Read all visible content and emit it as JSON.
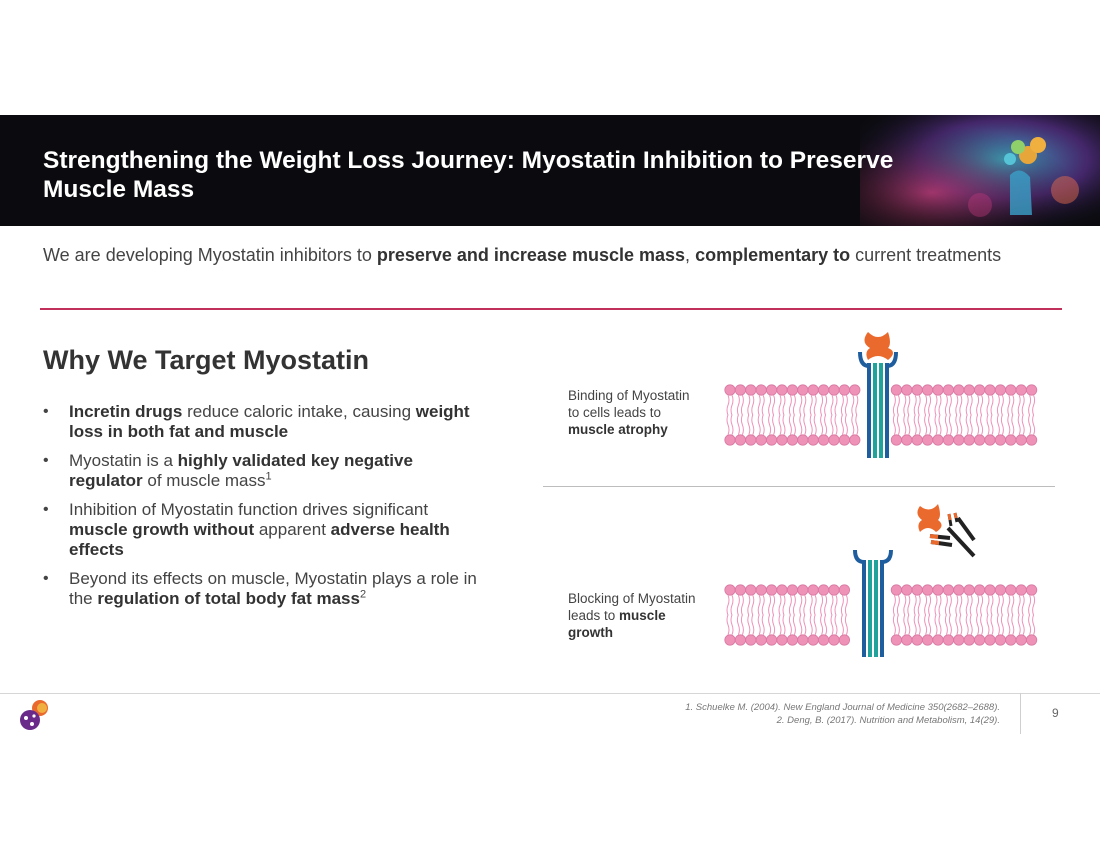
{
  "title": "Strengthening the Weight Loss Journey: Myostatin Inhibition to Preserve Muscle Mass",
  "subtitle": {
    "t1": "We are developing Myostatin inhibitors to ",
    "b1": "preserve and increase muscle mass",
    "t2": ", ",
    "b2": "complementary to",
    "t3": " current treatments"
  },
  "section_title": "Why We Target Myostatin",
  "bullets": [
    {
      "b1": "Incretin drugs",
      "t1": " reduce caloric intake, causing ",
      "b2": "weight loss in both fat and muscle"
    },
    {
      "t1": "Myostatin is a ",
      "b1": "highly validated key negative regulator",
      "t2": " of muscle mass",
      "sup": "1"
    },
    {
      "t1": "Inhibition of Myostatin function drives significant ",
      "b1": "muscle growth without",
      "t2": " apparent ",
      "b2": "adverse health effects"
    },
    {
      "t1": "Beyond its effects on muscle, Myostatin plays a role in the ",
      "b1": "regulation of total body fat mass",
      "sup": "2"
    }
  ],
  "diagram": {
    "top_label": {
      "t1": "Binding of Myostatin to cells leads to ",
      "b1": "muscle atrophy"
    },
    "bottom_label": {
      "t1": "Blocking of Myostatin leads to ",
      "b1": "muscle growth"
    }
  },
  "references": [
    "1. Schuelke M. (2004). New England Journal of Medicine 350(2682–2688).",
    "2. Deng, B. (2017). Nutrition and Metabolism, 14(29)."
  ],
  "page_number": "9",
  "colors": {
    "accent_line": "#c0305a",
    "banner_bg": "#0b0b0f",
    "membrane_pink": "#ee92b8",
    "myostatin_orange": "#ea6a2e",
    "receptor_blue": "#1f5e9e",
    "receptor_teal": "#1fa39a"
  }
}
